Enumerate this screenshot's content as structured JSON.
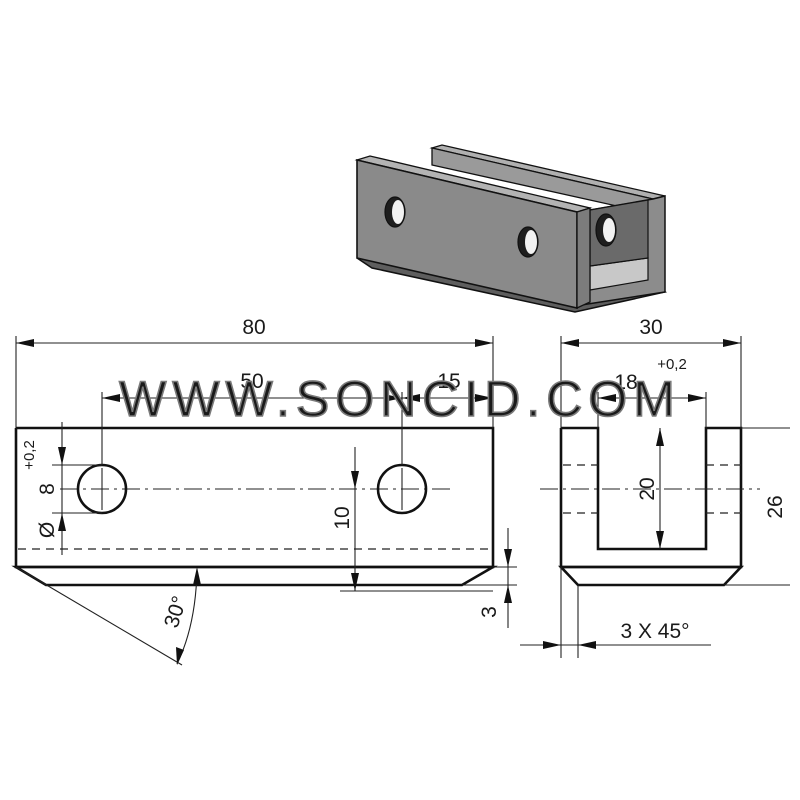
{
  "watermark": "WWW.SONCID.COM",
  "dimensions": {
    "front_length": "80",
    "hole_spacing": "50",
    "hole_edge": "15",
    "hole_diameter_symbol": "Ø",
    "hole_diameter": "8",
    "hole_tolerance": "+0,2",
    "hole_height": "10",
    "chamfer_height": "3",
    "chamfer_angle": "30°",
    "side_width": "30",
    "slot_width": "18",
    "slot_tolerance": "+0,2",
    "slot_depth": "20",
    "side_height": "26",
    "chamfer_note": "3 X 45°"
  },
  "colors": {
    "part_top": "#9a9a9a",
    "part_face": "#8a8a8a",
    "part_dark": "#5e5e5e",
    "line": "#111111"
  }
}
